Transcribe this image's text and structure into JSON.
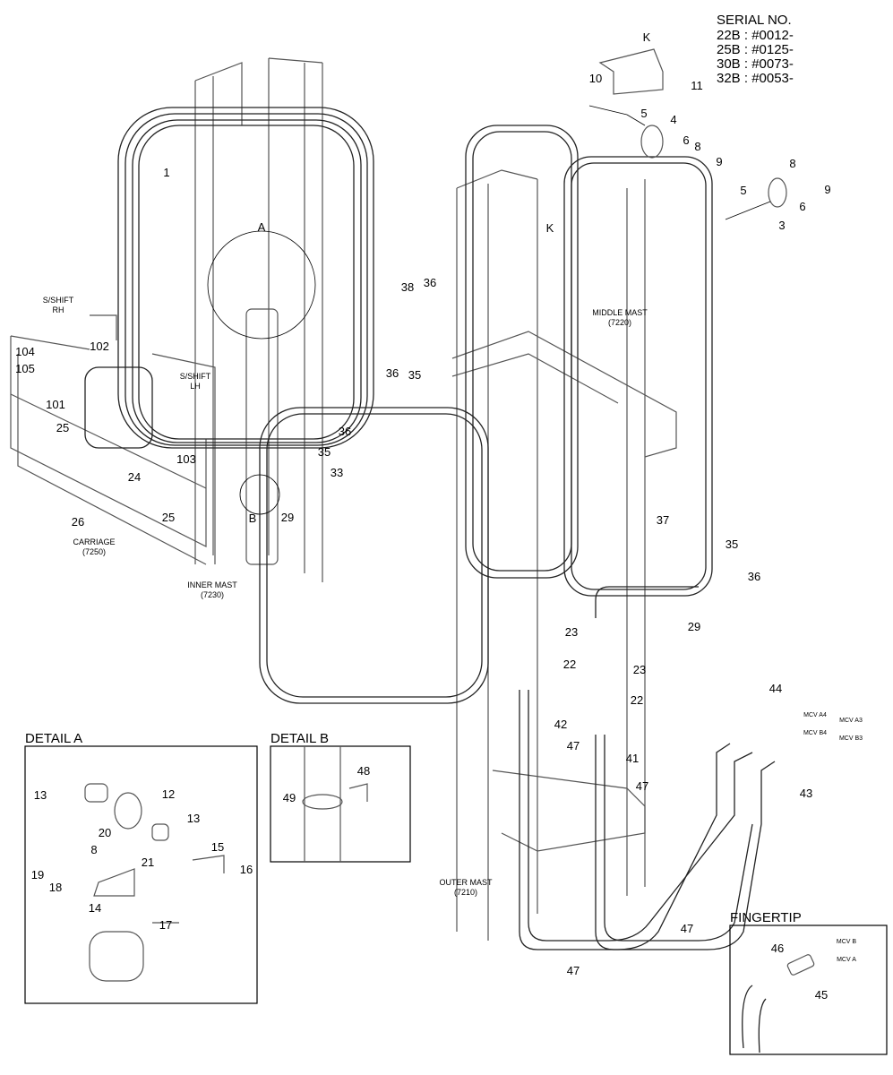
{
  "serial": {
    "title": "SERIAL NO.",
    "lines": [
      "22B : #0012-",
      "25B : #0125-",
      "30B : #0073-",
      "32B : #0053-"
    ]
  },
  "callouts": [
    "1",
    "A",
    "38",
    "36",
    "104",
    "102",
    "105",
    "101",
    "36",
    "35",
    "36",
    "35",
    "103",
    "25",
    "24",
    "25",
    "26",
    "33",
    "29",
    "B",
    "K",
    "10",
    "11",
    "5",
    "4",
    "6",
    "8",
    "9",
    "K",
    "8",
    "9",
    "5",
    "6",
    "3",
    "37",
    "35",
    "36",
    "29",
    "23",
    "22",
    "23",
    "22",
    "42",
    "47",
    "41",
    "47",
    "44",
    "43",
    "47",
    "47"
  ],
  "assemblies": {
    "sshift_rh": [
      "S/SHIFT",
      "RH"
    ],
    "sshift_lh": [
      "S/SHIFT",
      "LH"
    ],
    "carriage": [
      "CARRIAGE",
      "(7250)"
    ],
    "inner_mast": [
      "INNER MAST",
      "(7230)"
    ],
    "middle_mast": [
      "MIDDLE MAST",
      "(7220)"
    ],
    "outer_mast": [
      "OUTER MAST",
      "(7210)"
    ]
  },
  "mcv_labels": [
    "MCV A4",
    "MCV B4",
    "MCV A3",
    "MCV B3"
  ],
  "detail_a": {
    "title": "DETAIL A",
    "callouts": [
      "13",
      "12",
      "13",
      "20",
      "8",
      "21",
      "15",
      "19",
      "18",
      "16",
      "14",
      "17"
    ]
  },
  "detail_b": {
    "title": "DETAIL B",
    "callouts": [
      "48",
      "49"
    ]
  },
  "fingertip": {
    "title": "FINGERTIP",
    "callouts": [
      "46",
      "45"
    ],
    "mcv_labels": [
      "MCV B",
      "MCV A"
    ]
  }
}
